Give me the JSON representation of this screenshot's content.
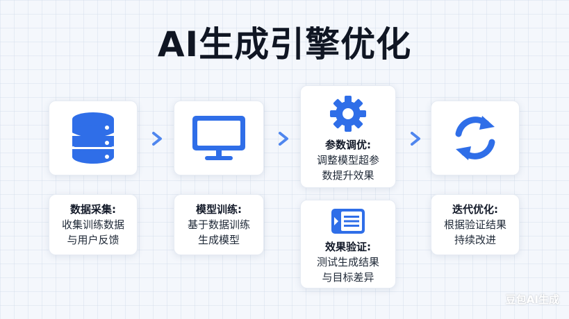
{
  "title": "AI生成引擎优化",
  "colors": {
    "accent": "#2f6ee8",
    "title": "#101623"
  },
  "steps": [
    {
      "icon": "database-icon",
      "title": "数据采集:",
      "lines": [
        "收集训练数据",
        "与用户反馈"
      ]
    },
    {
      "icon": "monitor-icon",
      "title": "模型训练:",
      "lines": [
        "基于数据训练",
        "生成模型"
      ]
    },
    {
      "icon": "gear-icon",
      "title": "参数调优:",
      "lines": [
        "调整模型超参",
        "数提升效果"
      ]
    },
    {
      "icon": "list-icon",
      "title": "效果验证:",
      "lines": [
        "测试生成结果",
        "与目标差异"
      ]
    },
    {
      "icon": "refresh-icon",
      "title": "迭代优化:",
      "lines": [
        "根据验证结果",
        "持续改进"
      ]
    }
  ],
  "watermark": "豆包AI生成"
}
